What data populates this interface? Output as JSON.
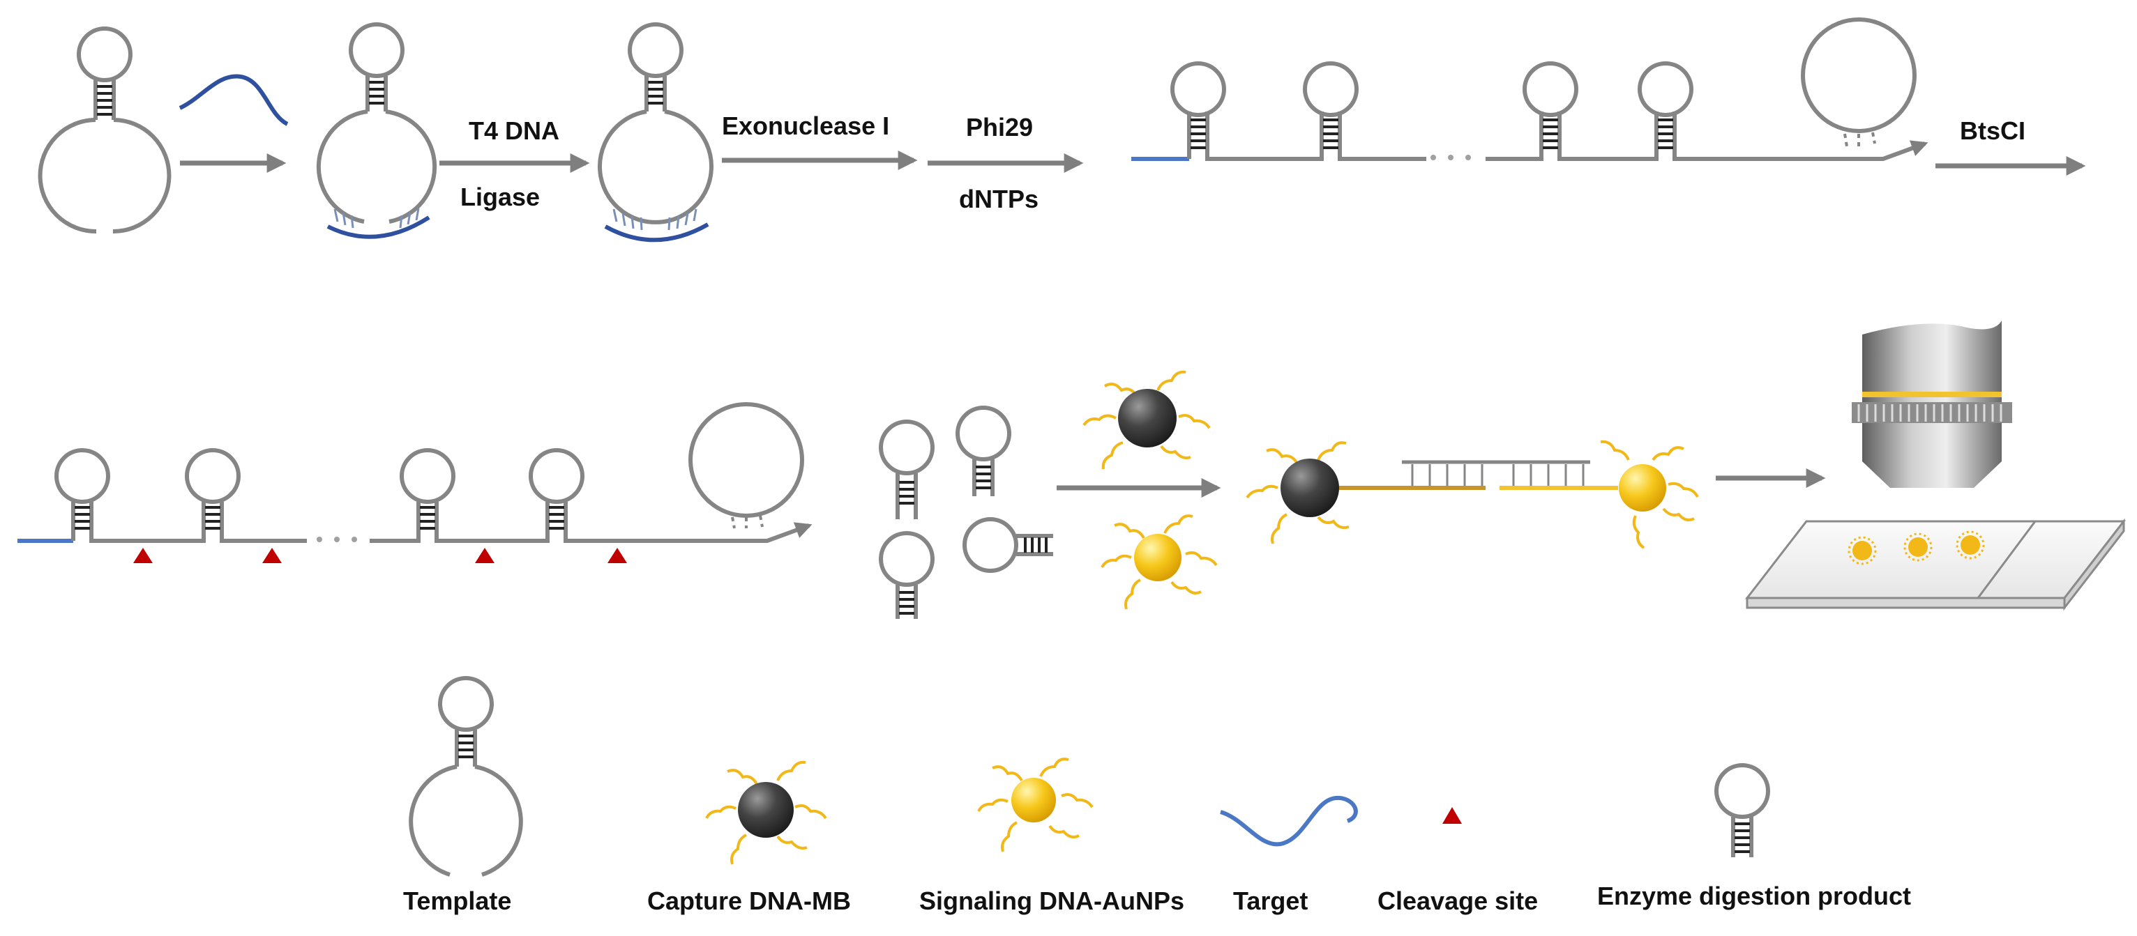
{
  "steps": {
    "ligation_line1": "T4 DNA",
    "ligation_line2": "Ligase",
    "exonuclease": "Exonuclease I",
    "polymerase_line1": "Phi29",
    "polymerase_line2": "dNTPs",
    "restriction": "BtsCI"
  },
  "legend": {
    "template": "Template",
    "capture": "Capture DNA-MB",
    "signaling": "Signaling DNA-AuNPs",
    "target": "Target",
    "cleavage": "Cleavage site",
    "product": "Enzyme digestion product"
  },
  "colors": {
    "strand": "#858585",
    "target": "#2f4f9f",
    "primer": "#4a78c4",
    "cleavage": "#c00000",
    "gold": "#f4c20d",
    "bead_dark": "#3a3a3a",
    "capture_strand": "#c9952a",
    "signal_strand": "#f2c230"
  }
}
